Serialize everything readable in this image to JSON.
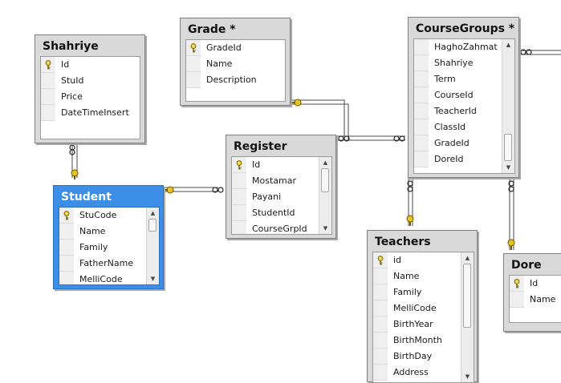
{
  "tables": {
    "shahriye": {
      "name": "Shahriye",
      "columns": [
        {
          "name": "Id",
          "key": true
        },
        {
          "name": "StuId",
          "key": false
        },
        {
          "name": "Price",
          "key": false
        },
        {
          "name": "DateTimeInsert",
          "key": false
        }
      ]
    },
    "grade": {
      "name": "Grade *",
      "columns": [
        {
          "name": "GradeId",
          "key": true
        },
        {
          "name": "Name",
          "key": false
        },
        {
          "name": "Description",
          "key": false
        }
      ]
    },
    "coursegroups": {
      "name": "CourseGroups *",
      "columns": [
        {
          "name": "HaghoZahmat",
          "key": false
        },
        {
          "name": "Shahriye",
          "key": false
        },
        {
          "name": "Term",
          "key": false
        },
        {
          "name": "CourseId",
          "key": false
        },
        {
          "name": "TeacherId",
          "key": false
        },
        {
          "name": "ClassId",
          "key": false
        },
        {
          "name": "GradeId",
          "key": false
        },
        {
          "name": "DoreId",
          "key": false
        }
      ]
    },
    "register": {
      "name": "Register",
      "columns": [
        {
          "name": "Id",
          "key": true
        },
        {
          "name": "Mostamar",
          "key": false
        },
        {
          "name": "Payani",
          "key": false
        },
        {
          "name": "StudentId",
          "key": false
        },
        {
          "name": "CourseGrpId",
          "key": false
        }
      ]
    },
    "student": {
      "name": "Student",
      "selected": true,
      "columns": [
        {
          "name": "StuCode",
          "key": true
        },
        {
          "name": "Name",
          "key": false
        },
        {
          "name": "Family",
          "key": false
        },
        {
          "name": "FatherName",
          "key": false
        },
        {
          "name": "MelliCode",
          "key": false
        }
      ]
    },
    "teachers": {
      "name": "Teachers",
      "columns": [
        {
          "name": "id",
          "key": true
        },
        {
          "name": "Name",
          "key": false
        },
        {
          "name": "Family",
          "key": false
        },
        {
          "name": "MelliCode",
          "key": false
        },
        {
          "name": "BirthYear",
          "key": false
        },
        {
          "name": "BirthMonth",
          "key": false
        },
        {
          "name": "BirthDay",
          "key": false
        },
        {
          "name": "Address",
          "key": false
        }
      ]
    },
    "dore": {
      "name": "Dore",
      "columns": [
        {
          "name": "Id",
          "key": true
        },
        {
          "name": "Name",
          "key": false
        }
      ]
    }
  },
  "colors": {
    "table_bg": "#d9d9d9",
    "selected_bg": "#3d8ee6",
    "key_icon": "#e8c21f",
    "connector": "#555555"
  }
}
